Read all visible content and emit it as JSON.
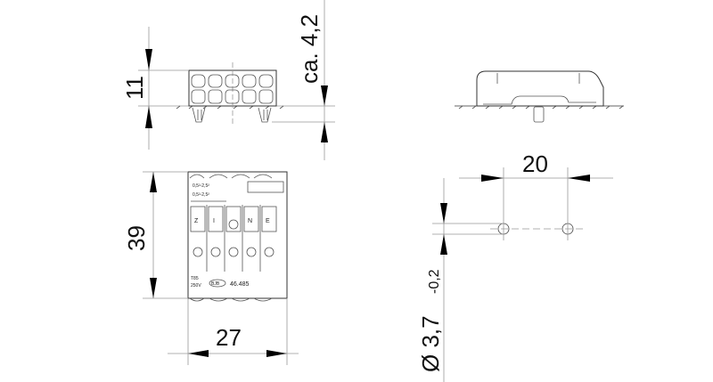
{
  "dimensions": {
    "height_side": "11",
    "clip_depth": "ca. 4,2",
    "hole_spacing": "20",
    "length": "39",
    "width": "27",
    "hole_diameter": "Ø 3,7",
    "hole_tolerance": "-0,2"
  },
  "part_labels": {
    "wire_range_1": "0,5²-2,5²",
    "wire_range_2": "0,5²-2,5²",
    "terminals": [
      "Z",
      "I",
      "N",
      "E"
    ],
    "temperature": "T85",
    "voltage": "250V",
    "brand": "BJB",
    "part_number": "46.485"
  }
}
